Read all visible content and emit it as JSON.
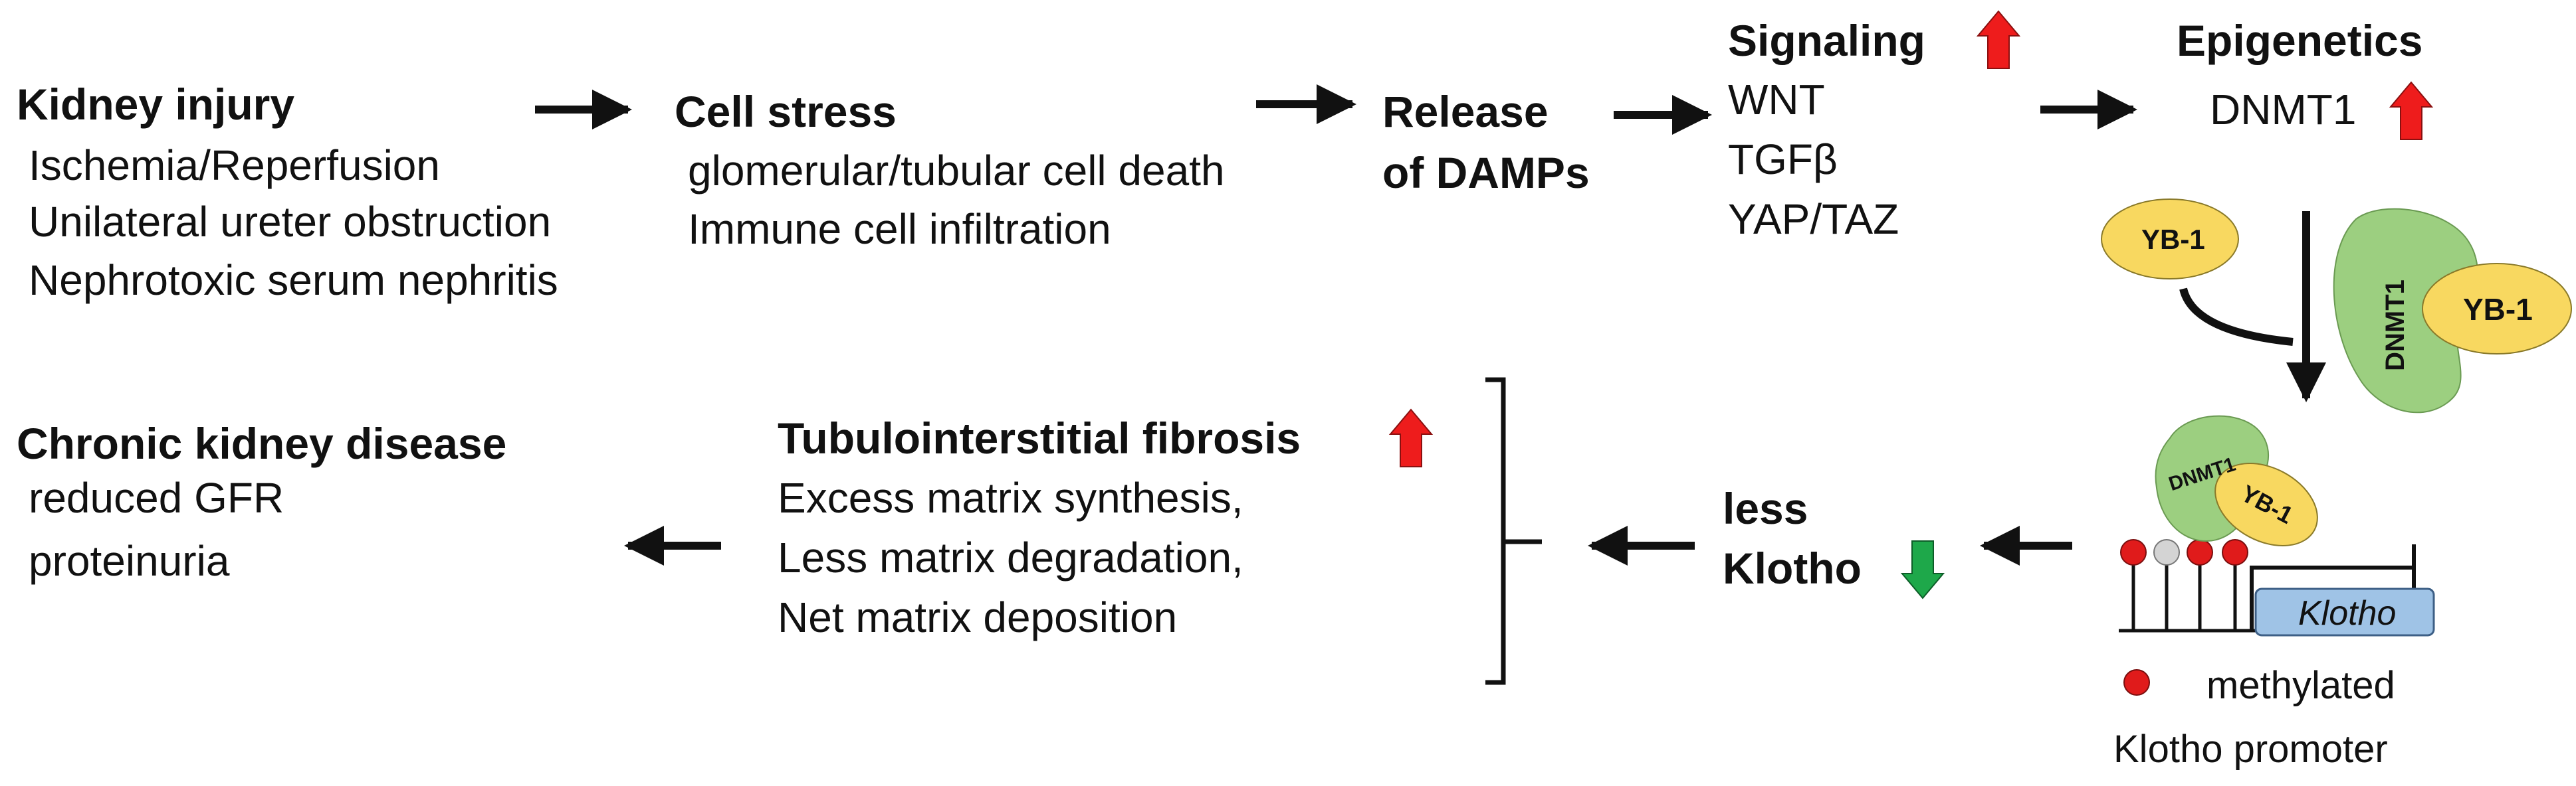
{
  "colors": {
    "up_arrow": "#ee1c1c",
    "down_arrow": "#1ea84a",
    "dnmt1_fill": "#9ccf80",
    "yb1_fill": "#f8d860",
    "methyl_red": "#e01b1b",
    "unmethyl_grey": "#d4d4d4",
    "klotho_box": "#9fc3e6"
  },
  "injury": {
    "title": "Kidney injury",
    "items": [
      "Ischemia/Reperfusion",
      "Unilateral ureter obstruction",
      "Nephrotoxic serum nephritis"
    ]
  },
  "stress": {
    "title": "Cell stress",
    "items": [
      "glomerular/tubular cell death",
      "Immune cell infiltration"
    ]
  },
  "damps": {
    "title_line1": "Release",
    "title_line2": "of DAMPs"
  },
  "signaling": {
    "title": "Signaling",
    "items": [
      "WNT",
      "TGFβ",
      "YAP/TAZ"
    ]
  },
  "epigenetics": {
    "title": "Epigenetics",
    "item": "DNMT1"
  },
  "complex": {
    "yb1_label": "YB-1",
    "dnmt1_label": "DNMT1"
  },
  "promoter": {
    "klotho_label": "Klotho",
    "legend_line1": "methylated",
    "legend_line2": "Klotho promoter"
  },
  "klotho": {
    "line1": "less",
    "line2": "Klotho"
  },
  "fibrosis": {
    "title": "Tubulointerstitial fibrosis",
    "items": [
      "Excess matrix synthesis,",
      "Less matrix degradation,",
      "Net matrix deposition"
    ]
  },
  "ckd": {
    "title": "Chronic kidney disease",
    "items": [
      "reduced GFR",
      "proteinuria"
    ]
  }
}
